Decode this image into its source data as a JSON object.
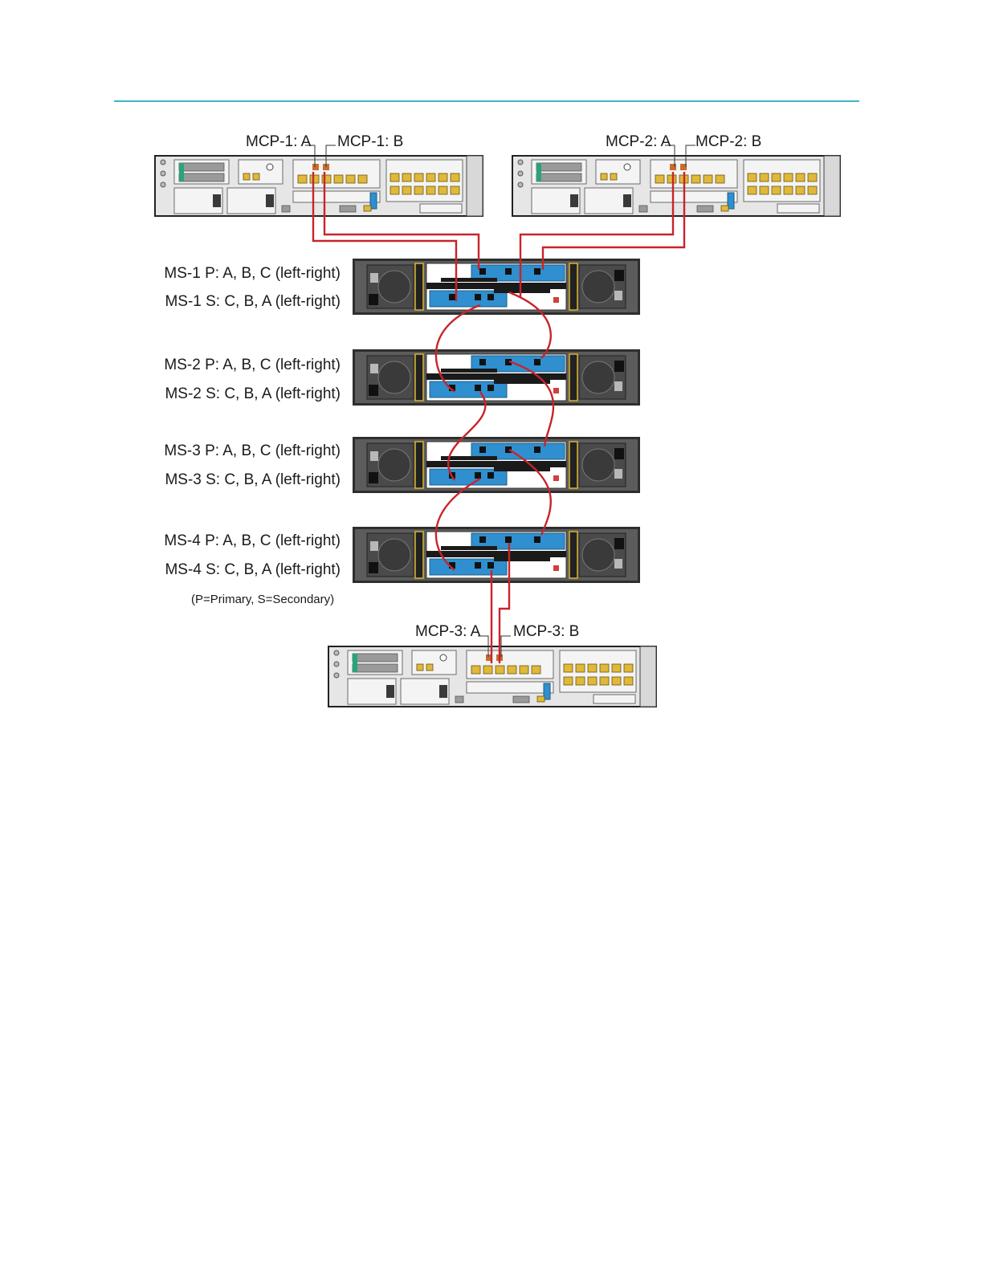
{
  "mcp_servers": [
    {
      "name": "MCP-1",
      "port_a_label": "MCP-1: A",
      "port_b_label": "MCP-1: B"
    },
    {
      "name": "MCP-2",
      "port_a_label": "MCP-2: A",
      "port_b_label": "MCP-2: B"
    },
    {
      "name": "MCP-3",
      "port_a_label": "MCP-3: A",
      "port_b_label": "MCP-3: B"
    }
  ],
  "storage_shelves": [
    {
      "name": "MS-1",
      "primary_label": "MS-1 P: A, B, C (left-right)",
      "secondary_label": "MS-1 S: C, B, A (left-right)"
    },
    {
      "name": "MS-2",
      "primary_label": "MS-2 P: A, B, C (left-right)",
      "secondary_label": "MS-2 S: C, B, A (left-right)"
    },
    {
      "name": "MS-3",
      "primary_label": "MS-3 P: A, B, C (left-right)",
      "secondary_label": "MS-3 S: C, B, A (left-right)"
    },
    {
      "name": "MS-4",
      "primary_label": "MS-4 P: A, B, C (left-right)",
      "secondary_label": "MS-4 S: C, B, A (left-right)"
    }
  ],
  "legend": "(P=Primary, S=Secondary)",
  "colors": {
    "rule": "#3fb6c9",
    "cable": "#c8242b",
    "module": "#2f8fcf"
  }
}
